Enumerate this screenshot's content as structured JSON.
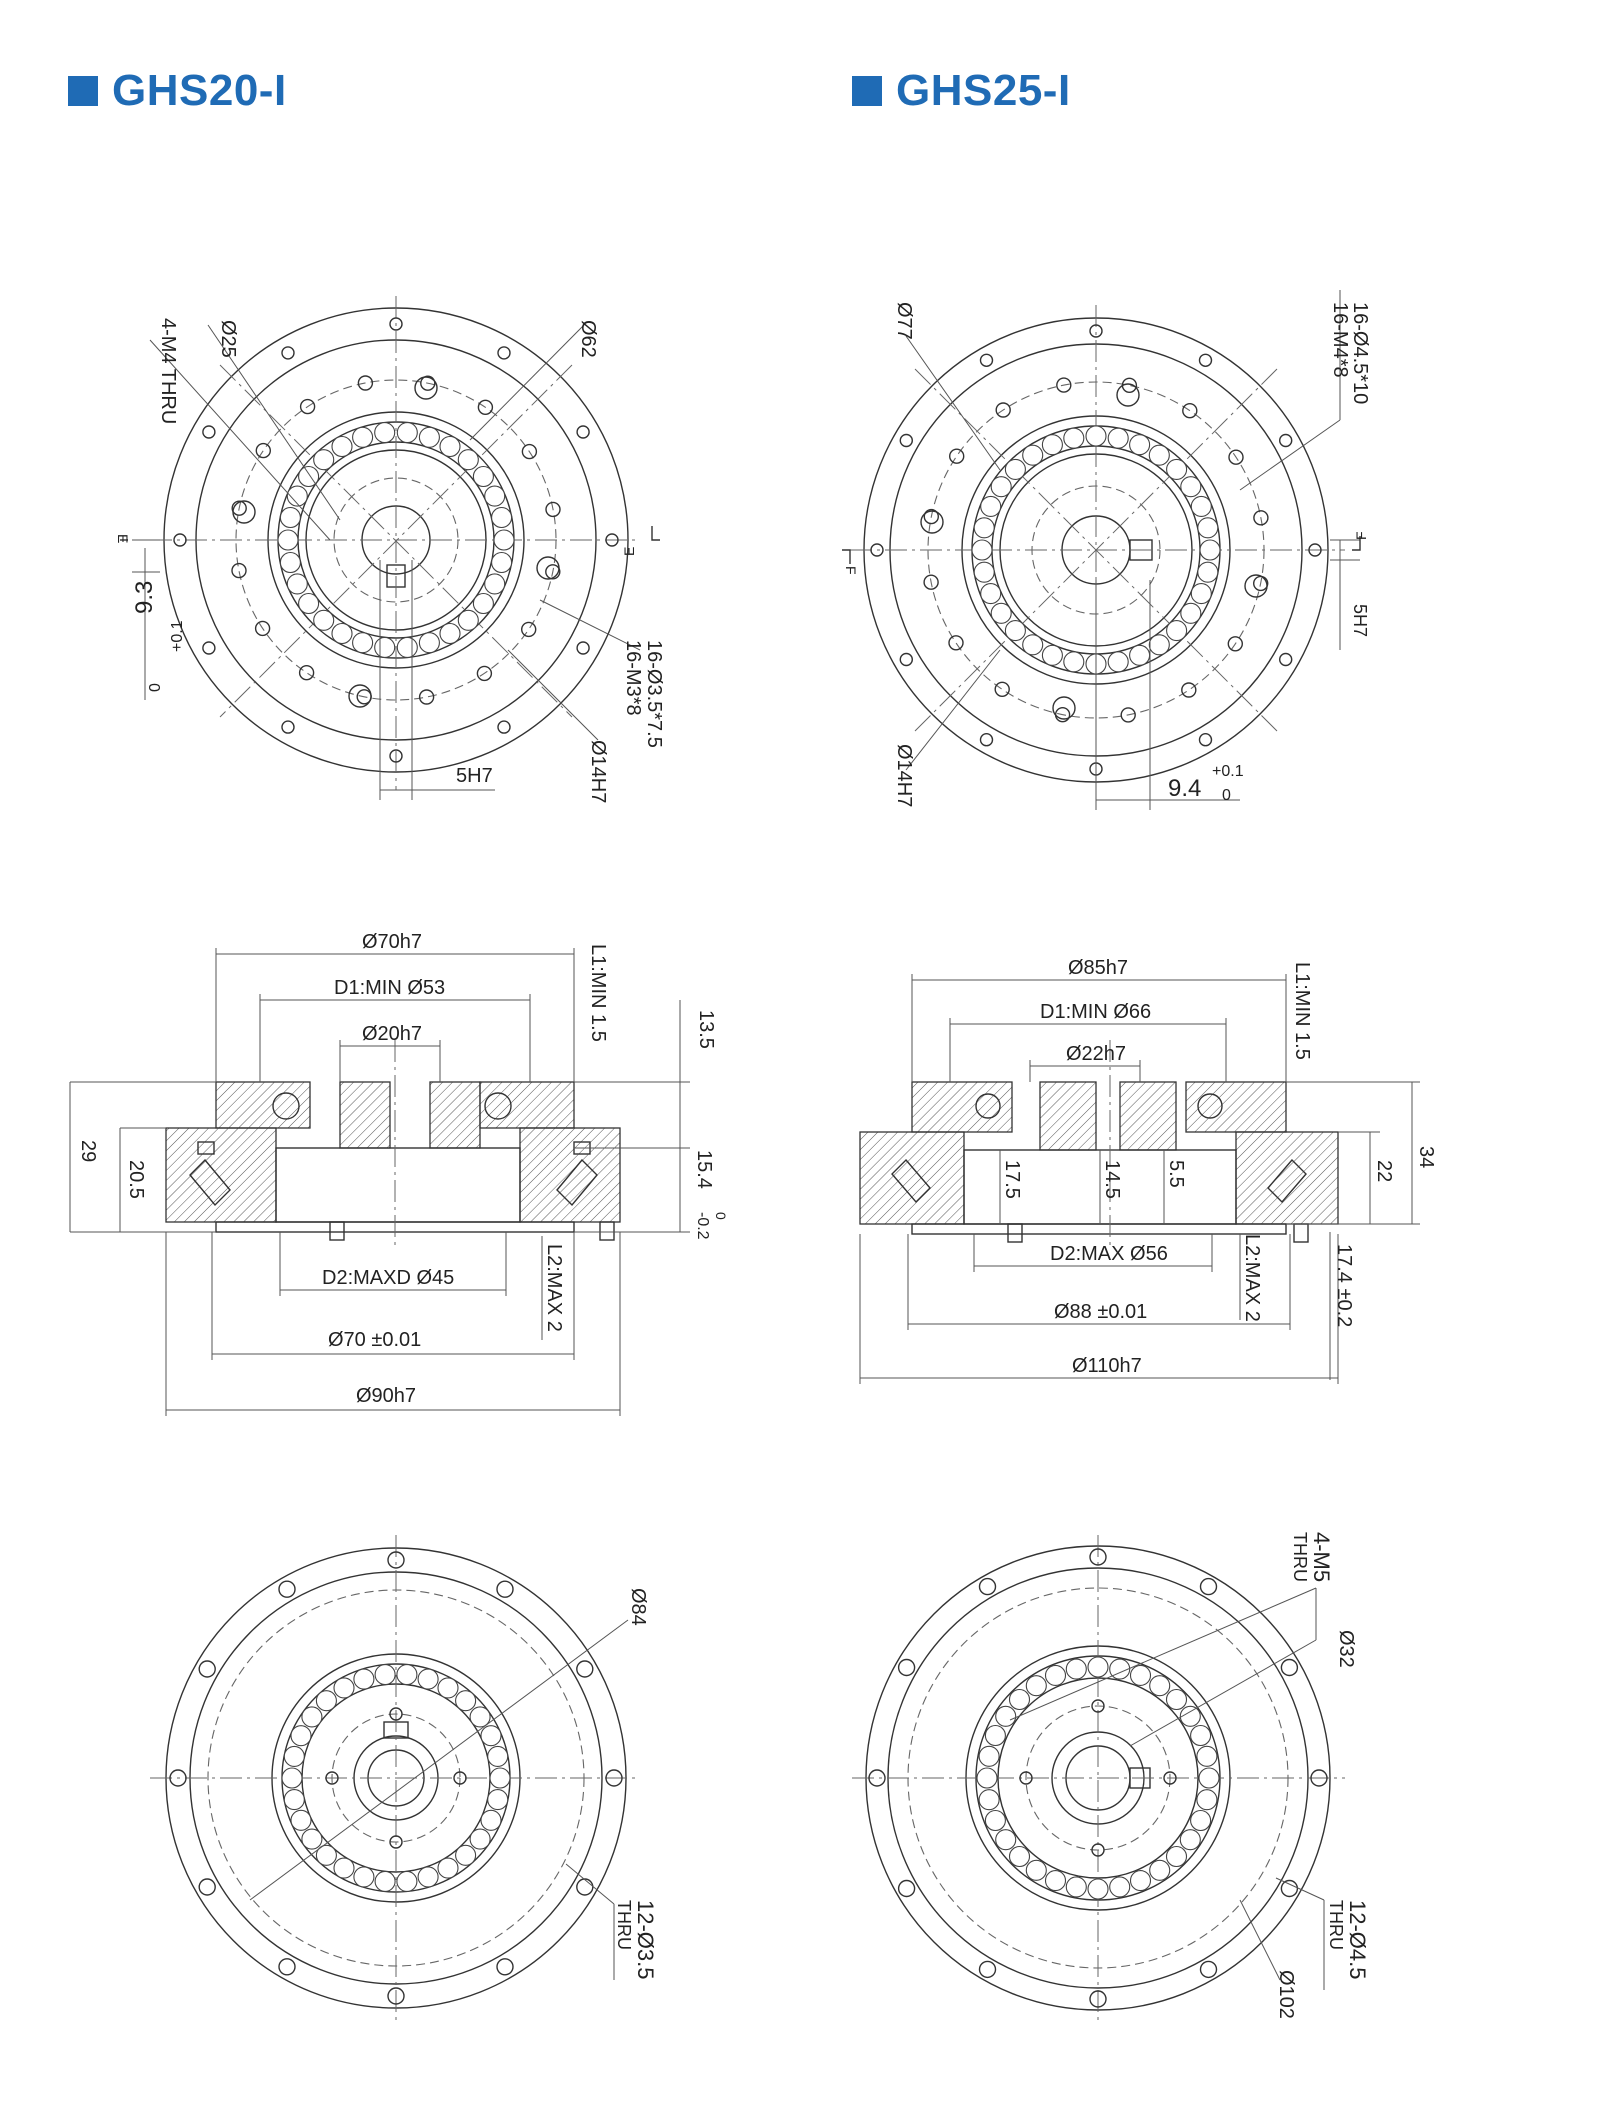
{
  "headers": [
    {
      "id": "ghs20",
      "label": "GHS20-I"
    },
    {
      "id": "ghs25",
      "label": "GHS25-I"
    }
  ],
  "colors": {
    "accent": "#1f6bb5",
    "line": "#333333"
  },
  "ghs20": {
    "front": {
      "d25": "Ø25",
      "d62": "Ø62",
      "thru": "4-M4 THRU",
      "holes_a": "16-Ø3.5*7.5",
      "holes_b": "16-M3*8",
      "d14": "Ø14H7",
      "key": "5H7",
      "key_h": "9.3",
      "tol_up": "+0.1",
      "tol_lo": "0",
      "sec_l": "E",
      "sec_r": "E"
    },
    "section": {
      "d70h7": "Ø70h7",
      "d1": "D1:MIN Ø53",
      "d20": "Ø20h7",
      "l1": "L1:MIN 1.5",
      "h13": "13.5",
      "h29": "29",
      "h205": "20.5",
      "h154": "15.4",
      "tol_up": "0",
      "tol_lo": "-0.2",
      "d2": "D2:MAXD Ø45",
      "l2": "L2:MAX 2",
      "d70": "Ø70 ±0.01",
      "d90": "Ø90h7"
    },
    "back": {
      "d84": "Ø84",
      "holes_a": "12-Ø3.5",
      "holes_b": "THRU"
    }
  },
  "ghs25": {
    "front": {
      "d77": "Ø77",
      "holes_a": "16-Ø4.5*10",
      "holes_b": "16-M4*8",
      "key": "5H7",
      "d14": "Ø14H7",
      "key_h": "9.4",
      "tol_up": "+0.1",
      "tol_lo": "0",
      "sec_l": "F",
      "sec_r": "F"
    },
    "section": {
      "d85": "Ø85h7",
      "d1": "D1:MIN Ø66",
      "d22": "Ø22h7",
      "l1": "L1:MIN 1.5",
      "h175": "17.5",
      "h145": "14.5",
      "h55": "5.5",
      "h22": "22",
      "h34": "34",
      "d2": "D2:MAX Ø56",
      "l2": "L2:MAX 2",
      "h174": "17.4 ±0.2",
      "d88": "Ø88 ±0.01",
      "d110": "Ø110h7"
    },
    "back": {
      "thru_a": "4-M5",
      "thru_b": "THRU",
      "d32": "Ø32",
      "holes_a": "12-Ø4.5",
      "holes_b": "THRU",
      "d102": "Ø102"
    }
  }
}
